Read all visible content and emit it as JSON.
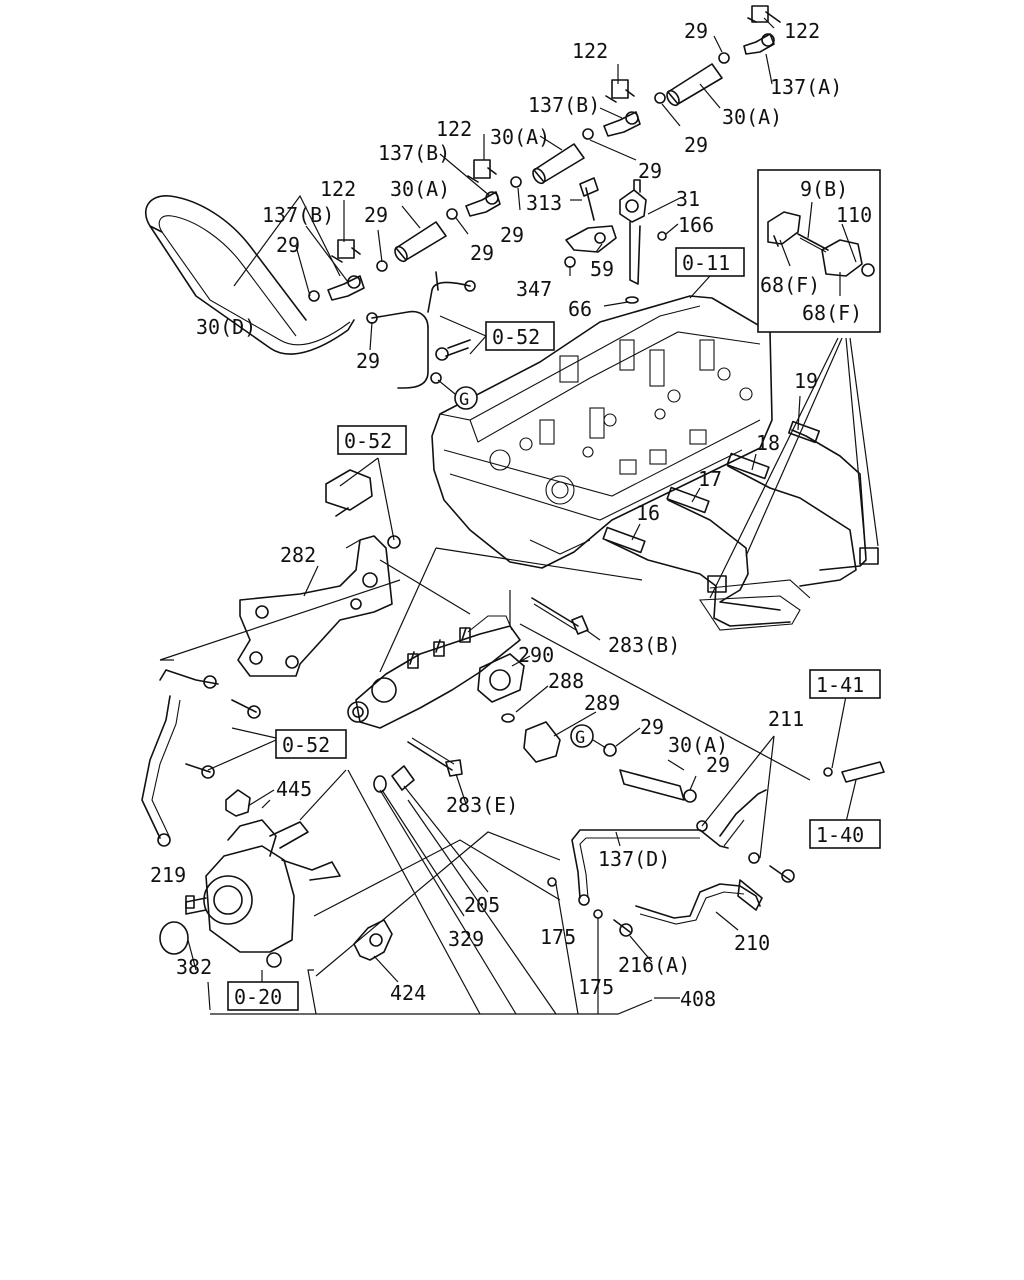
{
  "callouts": [
    {
      "id": "c122a",
      "text": "122"
    },
    {
      "id": "c29a",
      "text": "29"
    },
    {
      "id": "c137a",
      "text": "137(A)"
    },
    {
      "id": "c122b",
      "text": "122"
    },
    {
      "id": "c137b1",
      "text": "137(B)"
    },
    {
      "id": "c30a1",
      "text": "30(A)"
    },
    {
      "id": "c29b",
      "text": "29"
    },
    {
      "id": "c122c",
      "text": "122"
    },
    {
      "id": "c30a2",
      "text": "30(A)"
    },
    {
      "id": "c137b2",
      "text": "137(B)"
    },
    {
      "id": "c29c",
      "text": "29"
    },
    {
      "id": "c122d",
      "text": "122"
    },
    {
      "id": "c30a3",
      "text": "30(A)"
    },
    {
      "id": "c313",
      "text": "313"
    },
    {
      "id": "c31",
      "text": "31"
    },
    {
      "id": "c137b3",
      "text": "137(B)"
    },
    {
      "id": "c29d",
      "text": "29"
    },
    {
      "id": "c166",
      "text": "166"
    },
    {
      "id": "c29e",
      "text": "29"
    },
    {
      "id": "c29f",
      "text": "29"
    },
    {
      "id": "c29g",
      "text": "29"
    },
    {
      "id": "c59",
      "text": "59"
    },
    {
      "id": "c347",
      "text": "347"
    },
    {
      "id": "c66",
      "text": "66"
    },
    {
      "id": "c30d",
      "text": "30(D)"
    },
    {
      "id": "c29h",
      "text": "29"
    },
    {
      "id": "c9b",
      "text": "9(B)"
    },
    {
      "id": "c110",
      "text": "110"
    },
    {
      "id": "c68f1",
      "text": "68(F)"
    },
    {
      "id": "c68f2",
      "text": "68(F)"
    },
    {
      "id": "c19",
      "text": "19"
    },
    {
      "id": "c18",
      "text": "18"
    },
    {
      "id": "c17",
      "text": "17"
    },
    {
      "id": "c16",
      "text": "16"
    },
    {
      "id": "c282",
      "text": "282"
    },
    {
      "id": "c290",
      "text": "290"
    },
    {
      "id": "c283b",
      "text": "283(B)"
    },
    {
      "id": "c288",
      "text": "288"
    },
    {
      "id": "c289",
      "text": "289"
    },
    {
      "id": "c29i",
      "text": "29"
    },
    {
      "id": "c30a4",
      "text": "30(A)"
    },
    {
      "id": "c29j",
      "text": "29"
    },
    {
      "id": "c211",
      "text": "211"
    },
    {
      "id": "c445",
      "text": "445"
    },
    {
      "id": "c283e",
      "text": "283(E)"
    },
    {
      "id": "c137d",
      "text": "137(D)"
    },
    {
      "id": "c219",
      "text": "219"
    },
    {
      "id": "c205",
      "text": "205"
    },
    {
      "id": "c175a",
      "text": "175"
    },
    {
      "id": "c329",
      "text": "329"
    },
    {
      "id": "c210",
      "text": "210"
    },
    {
      "id": "c382",
      "text": "382"
    },
    {
      "id": "c216a",
      "text": "216(A)"
    },
    {
      "id": "c424",
      "text": "424"
    },
    {
      "id": "c175b",
      "text": "175"
    },
    {
      "id": "c408",
      "text": "408"
    }
  ],
  "references": [
    {
      "id": "r011",
      "text": "0-11"
    },
    {
      "id": "r052a",
      "text": "0-52"
    },
    {
      "id": "r052b",
      "text": "0-52"
    },
    {
      "id": "r052c",
      "text": "0-52"
    },
    {
      "id": "r141",
      "text": "1-41"
    },
    {
      "id": "r140",
      "text": "1-40"
    },
    {
      "id": "r020",
      "text": "0-20"
    }
  ],
  "circle_markers": [
    {
      "id": "g1",
      "text": "G"
    },
    {
      "id": "g2",
      "text": "G"
    }
  ]
}
